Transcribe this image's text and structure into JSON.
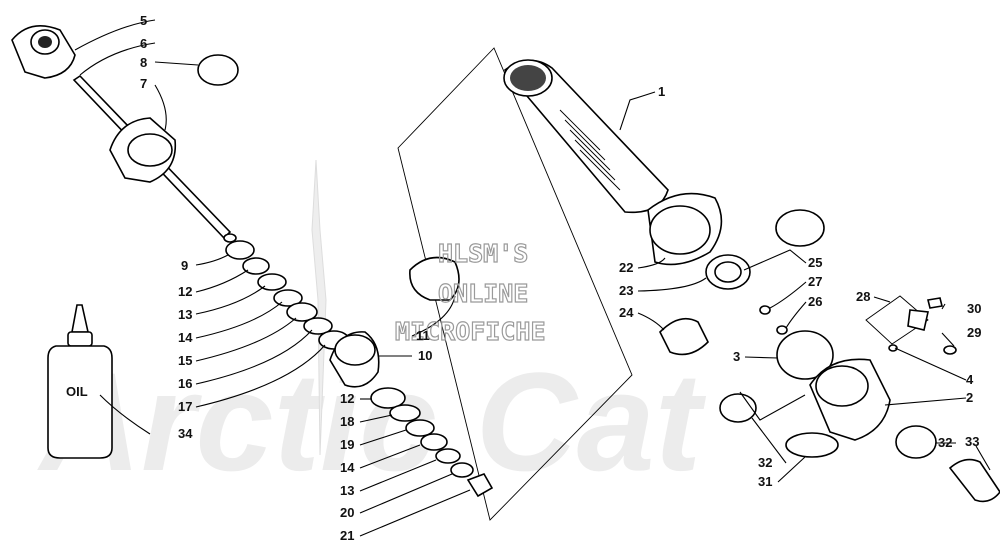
{
  "watermark": {
    "line1": "HLSM'S",
    "line2": "ONLINE",
    "line3": "MICROFICHE",
    "brand": "Arctic Cat"
  },
  "oil_bottle": {
    "label": "OIL"
  },
  "callouts": [
    {
      "id": "c5",
      "text": "5"
    },
    {
      "id": "c6",
      "text": "6"
    },
    {
      "id": "c8",
      "text": "8"
    },
    {
      "id": "c7",
      "text": "7"
    },
    {
      "id": "c9",
      "text": "9"
    },
    {
      "id": "c12a",
      "text": "12"
    },
    {
      "id": "c13a",
      "text": "13"
    },
    {
      "id": "c14a",
      "text": "14"
    },
    {
      "id": "c15",
      "text": "15"
    },
    {
      "id": "c16",
      "text": "16"
    },
    {
      "id": "c17",
      "text": "17"
    },
    {
      "id": "c34",
      "text": "34"
    },
    {
      "id": "c11",
      "text": "11"
    },
    {
      "id": "c10",
      "text": "10"
    },
    {
      "id": "c12b",
      "text": "12"
    },
    {
      "id": "c18",
      "text": "18"
    },
    {
      "id": "c19",
      "text": "19"
    },
    {
      "id": "c14b",
      "text": "14"
    },
    {
      "id": "c13b",
      "text": "13"
    },
    {
      "id": "c20",
      "text": "20"
    },
    {
      "id": "c21",
      "text": "21"
    },
    {
      "id": "c1",
      "text": "1"
    },
    {
      "id": "c22",
      "text": "22"
    },
    {
      "id": "c23",
      "text": "23"
    },
    {
      "id": "c24",
      "text": "24"
    },
    {
      "id": "c25",
      "text": "25"
    },
    {
      "id": "c27",
      "text": "27"
    },
    {
      "id": "c26",
      "text": "26"
    },
    {
      "id": "c28",
      "text": "28"
    },
    {
      "id": "c30",
      "text": "30"
    },
    {
      "id": "c29",
      "text": "29"
    },
    {
      "id": "c3",
      "text": "3"
    },
    {
      "id": "c4",
      "text": "4"
    },
    {
      "id": "c2",
      "text": "2"
    },
    {
      "id": "c32a",
      "text": "32"
    },
    {
      "id": "c32b",
      "text": "32"
    },
    {
      "id": "c33",
      "text": "33"
    },
    {
      "id": "c31",
      "text": "31"
    }
  ]
}
